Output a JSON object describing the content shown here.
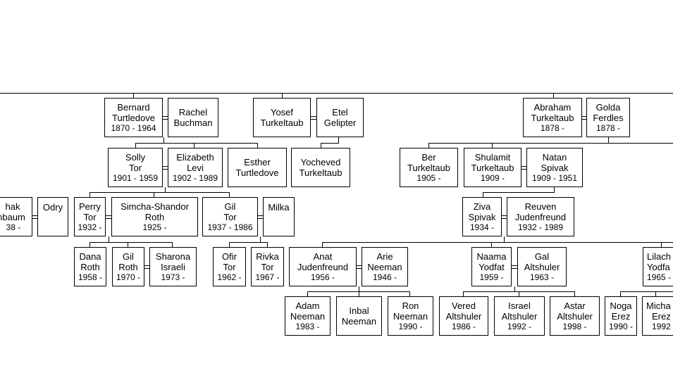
{
  "people": {
    "isaac_tannenbaum": {
      "name1": "hak",
      "name2": "nbaum",
      "years": "38 -"
    },
    "odry": {
      "name1": "Odry",
      "name2": "",
      "years": ""
    },
    "bernard": {
      "name1": "Bernard",
      "name2": "Turtledove",
      "years": "1870 - 1964"
    },
    "rachel": {
      "name1": "Rachel",
      "name2": "Buchman",
      "years": ""
    },
    "yosef": {
      "name1": "Yosef",
      "name2": "Turkeltaub",
      "years": ""
    },
    "etel": {
      "name1": "Etel",
      "name2": "Gelipter",
      "years": ""
    },
    "abraham": {
      "name1": "Abraham",
      "name2": "Turkeltaub",
      "years": "1878 -"
    },
    "golda": {
      "name1": "Golda",
      "name2": "Ferdles",
      "years": "1878 -"
    },
    "solly": {
      "name1": "Solly",
      "name2": "Tor",
      "years": "1901 - 1959"
    },
    "elizabeth": {
      "name1": "Elizabeth",
      "name2": "Levi",
      "years": "1902 - 1989"
    },
    "esther": {
      "name1": "Esther",
      "name2": "Turtledove",
      "years": ""
    },
    "yocheved": {
      "name1": "Yocheved",
      "name2": "Turkeltaub",
      "years": ""
    },
    "ber": {
      "name1": "Ber",
      "name2": "Turkeltaub",
      "years": "1905 -"
    },
    "shulamit": {
      "name1": "Shulamit",
      "name2": "Turkeltaub",
      "years": "1909 -"
    },
    "natan": {
      "name1": "Natan",
      "name2": "Spivak",
      "years": "1909 - 1951"
    },
    "perry": {
      "name1": "Perry",
      "name2": "Tor",
      "years": "1932 -"
    },
    "simcha": {
      "name1": "Simcha-Shandor",
      "name2": "Roth",
      "years": "1925 -"
    },
    "gil_tor": {
      "name1": "Gil",
      "name2": "Tor",
      "years": "1937 - 1986"
    },
    "milka": {
      "name1": "Milka",
      "name2": "",
      "years": ""
    },
    "ziva": {
      "name1": "Ziva",
      "name2": "Spivak",
      "years": "1934 -"
    },
    "reuven": {
      "name1": "Reuven",
      "name2": "Judenfreund",
      "years": "1932 - 1989"
    },
    "dana": {
      "name1": "Dana",
      "name2": "Roth",
      "years": "1958 -"
    },
    "gil_roth": {
      "name1": "Gil",
      "name2": "Roth",
      "years": "1970 -"
    },
    "sharona": {
      "name1": "Sharona",
      "name2": "Israeli",
      "years": "1973 -"
    },
    "ofir": {
      "name1": "Ofir",
      "name2": "Tor",
      "years": "1962 -"
    },
    "rivka": {
      "name1": "Rivka",
      "name2": "Tor",
      "years": "1967 -"
    },
    "anat": {
      "name1": "Anat",
      "name2": "Judenfreund",
      "years": "1956 -"
    },
    "arie": {
      "name1": "Arie",
      "name2": "Neeman",
      "years": "1946 -"
    },
    "naama": {
      "name1": "Naama",
      "name2": "Yodfat",
      "years": "1959 -"
    },
    "gil_alt": {
      "name1": "Gal",
      "name2": "Altshuler",
      "years": "1963 -"
    },
    "lilach": {
      "name1": "Lilach",
      "name2": "Yodfa",
      "years": "1965 -"
    },
    "adam": {
      "name1": "Adam",
      "name2": "Neeman",
      "years": "1983 -"
    },
    "inbal": {
      "name1": "Inbal",
      "name2": "Neeman",
      "years": ""
    },
    "ron": {
      "name1": "Ron",
      "name2": "Neeman",
      "years": "1990 -"
    },
    "vered": {
      "name1": "Vered",
      "name2": "Altshuler",
      "years": "1986 -"
    },
    "israel": {
      "name1": "Israel",
      "name2": "Altshuler",
      "years": "1992 -"
    },
    "astar": {
      "name1": "Astar",
      "name2": "Altshuler",
      "years": "1998 -"
    },
    "noga": {
      "name1": "Noga",
      "name2": "Erez",
      "years": "1990 -"
    },
    "michal": {
      "name1": "Micha",
      "name2": "Erez",
      "years": "1992"
    }
  }
}
